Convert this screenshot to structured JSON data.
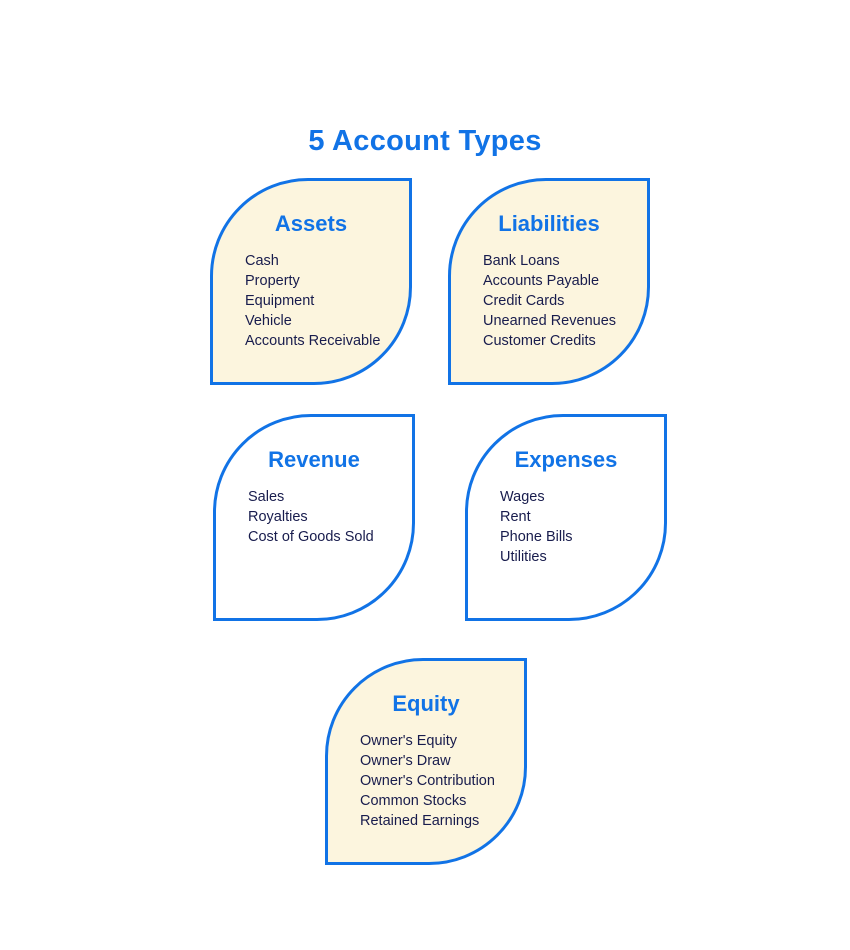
{
  "page": {
    "title": "5 Account Types"
  },
  "colors": {
    "accent_blue": "#1173e6",
    "cream_fill": "#fcf5de",
    "white_fill": "#ffffff",
    "item_text_navy": "#181c4d",
    "page_background": "#ffffff"
  },
  "cards": [
    {
      "id": "assets",
      "title": "Assets",
      "fill": "cream",
      "items": [
        "Cash",
        "Property",
        "Equipment",
        "Vehicle",
        "Accounts Receivable"
      ]
    },
    {
      "id": "liabilities",
      "title": "Liabilities",
      "fill": "cream",
      "items": [
        "Bank Loans",
        "Accounts Payable",
        "Credit Cards",
        "Unearned Revenues",
        "Customer Credits"
      ]
    },
    {
      "id": "revenue",
      "title": "Revenue",
      "fill": "white",
      "items": [
        "Sales",
        "Royalties",
        "Cost of Goods Sold"
      ]
    },
    {
      "id": "expenses",
      "title": "Expenses",
      "fill": "white",
      "items": [
        "Wages",
        "Rent",
        "Phone Bills",
        "Utilities"
      ]
    },
    {
      "id": "equity",
      "title": "Equity",
      "fill": "cream",
      "items": [
        "Owner's Equity",
        "Owner's Draw",
        "Owner's Contribution",
        "Common Stocks",
        "Retained Earnings"
      ]
    }
  ]
}
